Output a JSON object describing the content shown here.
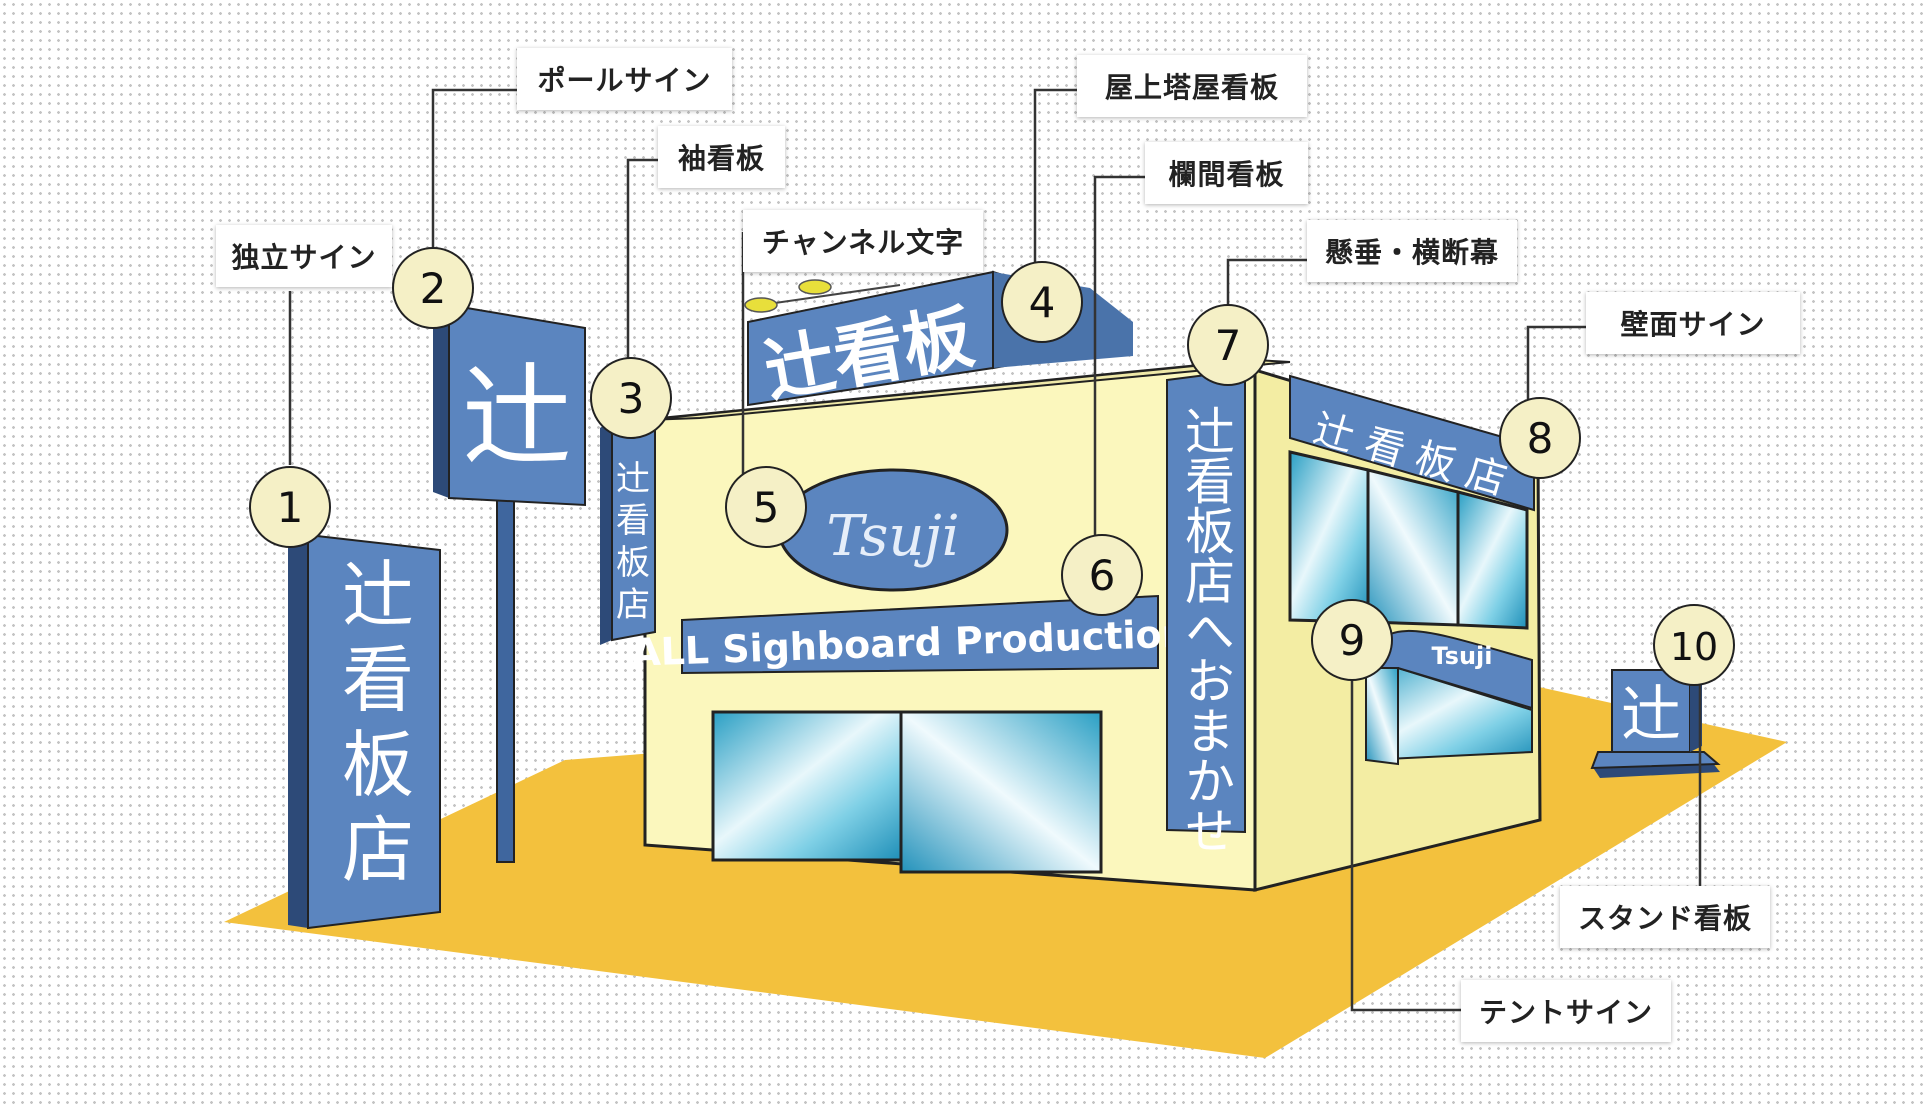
{
  "labels": {
    "l1": "独立サイン",
    "l2": "ポールサイン",
    "l3": "袖看板",
    "l4": "屋上塔屋看板",
    "l5": "チャンネル文字",
    "l6": "欄間看板",
    "l7": "懸垂・横断幕",
    "l8": "壁面サイン",
    "l9": "テントサイン",
    "l10": "スタンド看板"
  },
  "markers": [
    "1",
    "2",
    "3",
    "4",
    "5",
    "6",
    "7",
    "8",
    "9",
    "10"
  ],
  "signs": {
    "standalone": [
      "辻",
      "看",
      "板",
      "店"
    ],
    "pole": "辻",
    "sleeve": [
      "辻",
      "看",
      "板",
      "店"
    ],
    "rooftop": "辻看板",
    "channel": "Tsuji",
    "transom": "ALL Sighboard Production",
    "banner": "辻看板店へおまかせ",
    "wall": "辻 看 板 店",
    "tent": "Tsuji",
    "stand": "辻"
  },
  "colors": {
    "sign_blue": "#5b85bf",
    "sign_dark": "#2d4a78",
    "building": "#fbf7bd",
    "ground": "#f3c13d",
    "marker": "#f5f0c6"
  }
}
